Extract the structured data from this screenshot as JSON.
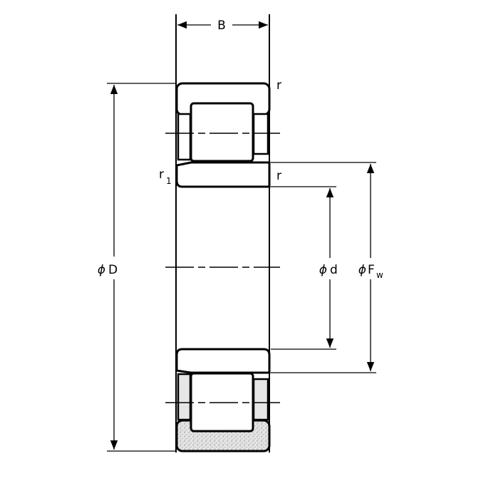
{
  "title": "Cylindrical roller bearing dimension drawing",
  "labels": {
    "width": "B",
    "outer_diameter_symbol": "ϕ",
    "outer_diameter": "D",
    "bore_symbol": "ϕ",
    "bore": "d",
    "raceway_symbol": "ϕ",
    "raceway": "F",
    "raceway_sub": "w",
    "chamfer_top": "r",
    "chamfer_inner": "r",
    "chamfer_inner_left": "r",
    "chamfer_inner_left_sub": "1"
  },
  "colors": {
    "line": "#000000",
    "fill": "#ffffff",
    "stipple": "#d8d8d8",
    "cage": "#e6e6e6"
  }
}
